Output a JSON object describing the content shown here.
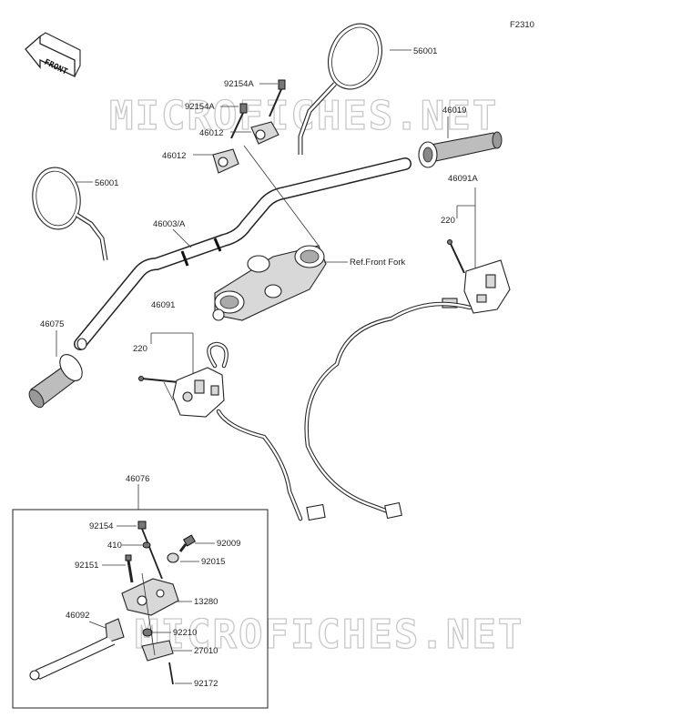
{
  "figure_code": "F2310",
  "front_indicator": "FRONT",
  "watermarks": [
    "MICROFICHES.NET",
    "MICROFICHES.NET"
  ],
  "labels": {
    "mirror_right": "56001",
    "mirror_left": "56001",
    "bolt_a_top": "92154A",
    "bolt_a_second": "92154A",
    "holder_upper": "46012",
    "holder_lower": "46012",
    "grip_right": "46019",
    "switch_right": "46091A",
    "screw_right": "220",
    "handlebar": "46003/A",
    "ref_fork": "Ref.Front Fork",
    "grip_left": "46075",
    "switch_left": "46091",
    "screw_left": "220",
    "lever_assy": "46076"
  },
  "inset_labels": {
    "bolt_92154": "92154",
    "washer_410": "410",
    "screw_92009": "92009",
    "bolt_92151": "92151",
    "collar_92015": "92015",
    "bracket_13280": "13280",
    "lever_46092": "46092",
    "spacer_92210": "92210",
    "holder_27010": "27010",
    "pin_92172": "92172"
  }
}
